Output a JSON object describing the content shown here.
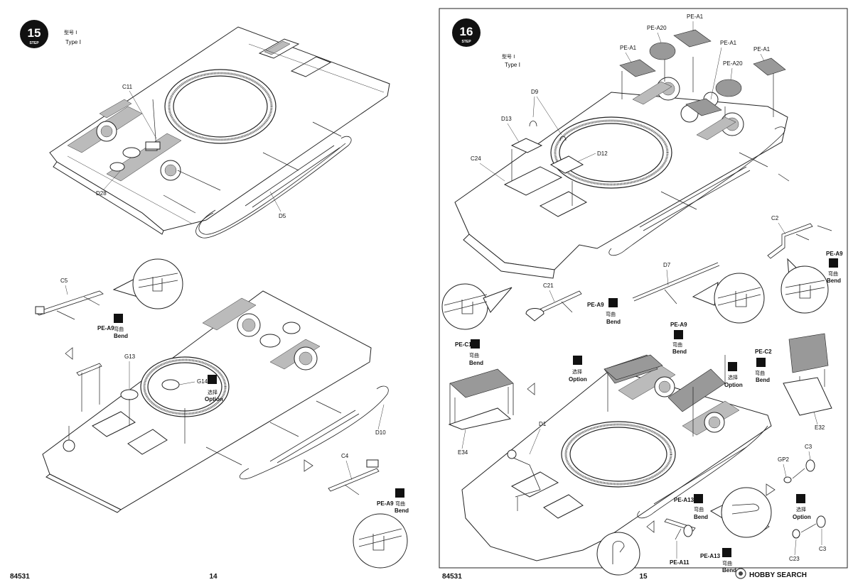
{
  "left_page": {
    "step_number": "15",
    "step_label": "STEP",
    "type_cn": "型号 Ⅰ",
    "type_en": "Type Ⅰ",
    "parts": {
      "c11": "C11",
      "d28": "D28",
      "d5": "D5",
      "c5": "C5",
      "pe_a9_1": "PE-A9",
      "g13": "G13",
      "g14": "G14",
      "d10": "D10",
      "c4": "C4",
      "pe_a9_2": "PE-A9"
    },
    "bend_cn": "弯曲",
    "bend_en": "Bend",
    "option_cn": "选择",
    "option_en": "Option",
    "footer_code": "84531",
    "page_number": "14"
  },
  "right_page": {
    "step_number": "16",
    "step_label": "STEP",
    "type_cn": "型号 Ⅰ",
    "type_en": "Type Ⅰ",
    "parts": {
      "pe_a1_top": "PE-A1",
      "pe_a20_1": "PE-A20",
      "pe_a1_l": "PE-A1",
      "pe_a1_m": "PE-A1",
      "pe_a1_r": "PE-A1",
      "pe_a20_2": "PE-A20",
      "d9": "D9",
      "d13": "D13",
      "d12": "D12",
      "c24": "C24",
      "c2": "C2",
      "pe_a9_r": "PE-A9",
      "d7": "D7",
      "c21": "C21",
      "pe_a9_m": "PE-A9",
      "pe_a9_c": "PE-A9",
      "pe_c1": "PE-C1",
      "pe_c2": "PE-C2",
      "e34": "E34",
      "e32": "E32",
      "d1": "D1",
      "c3_1": "C3",
      "gp2": "GP2",
      "pe_a13_1": "PE-A13",
      "pe_a11": "PE-A11",
      "pe_a13_2": "PE-A13",
      "c23": "C23",
      "c3_2": "C3"
    },
    "bend_cn": "弯曲",
    "bend_en": "Bend",
    "option_cn": "选择",
    "option_en": "Option",
    "footer_code": "84531",
    "page_number": "15"
  },
  "watermark": "HOBBY SEARCH",
  "colors": {
    "ink": "#111111",
    "paper": "#ffffff",
    "grille": "#bbbbbb"
  }
}
